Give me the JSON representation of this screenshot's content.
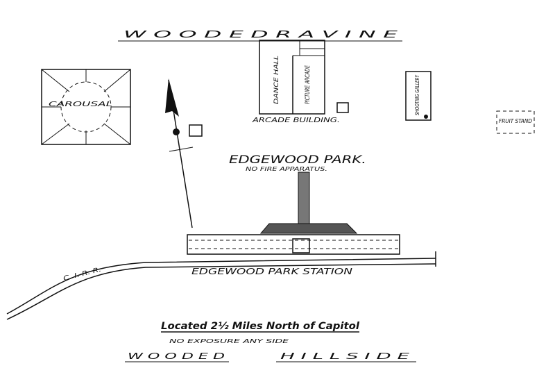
{
  "map": {
    "title": "EDGEWOOD PARK.",
    "title_note": "NO FIRE APPARATUS.",
    "top_label": "W O O D E D   R A V I N E",
    "bottom_label_left": "W O O D E D",
    "bottom_label_right": "H I L L S I D E",
    "station_label": "EDGEWOOD PARK STATION",
    "railroad_label": "C. I. R. R.",
    "location_text": "Located 2½ Miles North of Capitol",
    "exposure_text": "NO EXPOSURE ANY SIDE"
  },
  "buildings": {
    "carousal": "CAROUSAL",
    "dance_hall": "DANCE HALL",
    "picture_arcade": "PICTURE ARCADE",
    "arcade_building": "ARCADE BUILDING.",
    "shooting_gallery": "SHOOTING GALLERY",
    "fruit_stand": "FRUIT STAND"
  },
  "colors": {
    "ink": "#111111",
    "paper": "#ffffff"
  }
}
